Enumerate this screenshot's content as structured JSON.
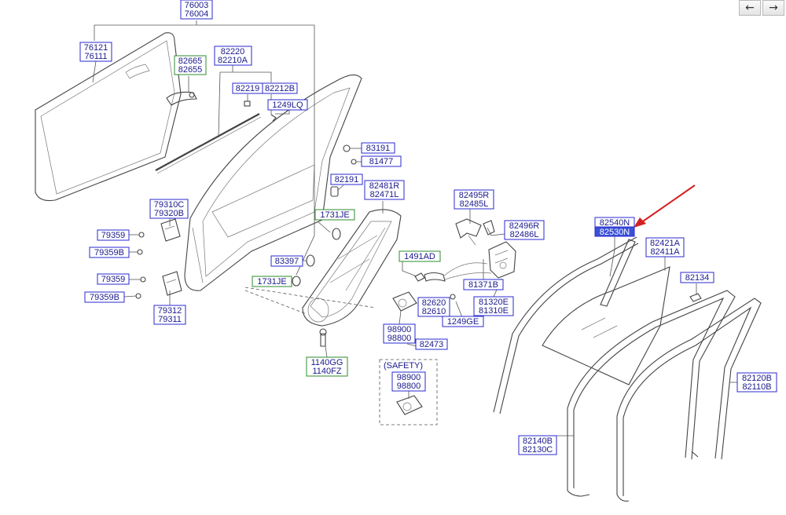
{
  "nav": {
    "back_icon": "left-arrow-icon",
    "forward_icon": "right-arrow-icon",
    "back_glyph": "←",
    "forward_glyph": "→"
  },
  "colors": {
    "label_text": "#1a1a8c",
    "box_blue": "#2a2ad0",
    "box_green": "#2e8b2e",
    "highlight": "#3a50d6",
    "arrow": "#d42020"
  },
  "labels": {
    "l76003": "76003",
    "l76004": "76004",
    "l76121": "76121",
    "l76111": "76111",
    "l82665": "82665",
    "l82655": "82655",
    "l82220": "82220",
    "l82210A": "82210A",
    "l82219": "82219",
    "l82212B": "82212B",
    "l1249LQ": "1249LQ",
    "l83191": "83191",
    "l81477": "81477",
    "l82191": "82191",
    "l82481R": "82481R",
    "l82471L": "82471L",
    "l82495R": "82495R",
    "l82485L": "82485L",
    "l82496R": "82496R",
    "l82486L": "82486L",
    "l79310C": "79310C",
    "l79320B": "79320B",
    "l1731JE_a": "1731JE",
    "l79359_a": "79359",
    "l79359B_a": "79359B",
    "l83397": "83397",
    "l1491AD": "1491AD",
    "l1731JE_b": "1731JE",
    "l79359_b": "79359",
    "l79359B_b": "79359B",
    "l79312": "79312",
    "l79311": "79311",
    "l81371B": "81371B",
    "l82620": "82620",
    "l82610": "82610",
    "l81320E": "81320E",
    "l81310E": "81310E",
    "l1249GE": "1249GE",
    "l98900_a": "98900",
    "l98800_a": "98800",
    "l82473": "82473",
    "l1140GG": "1140GG",
    "l1140FZ": "1140FZ",
    "safety": "(SAFETY)",
    "l98900_b": "98900",
    "l98800_b": "98800",
    "l82540N": "82540N",
    "l82530N": "82530N",
    "l82421A": "82421A",
    "l82411A": "82411A",
    "l82134": "82134",
    "l82120B": "82120B",
    "l82110B": "82110B",
    "l82140B": "82140B",
    "l82130C": "82130C"
  }
}
